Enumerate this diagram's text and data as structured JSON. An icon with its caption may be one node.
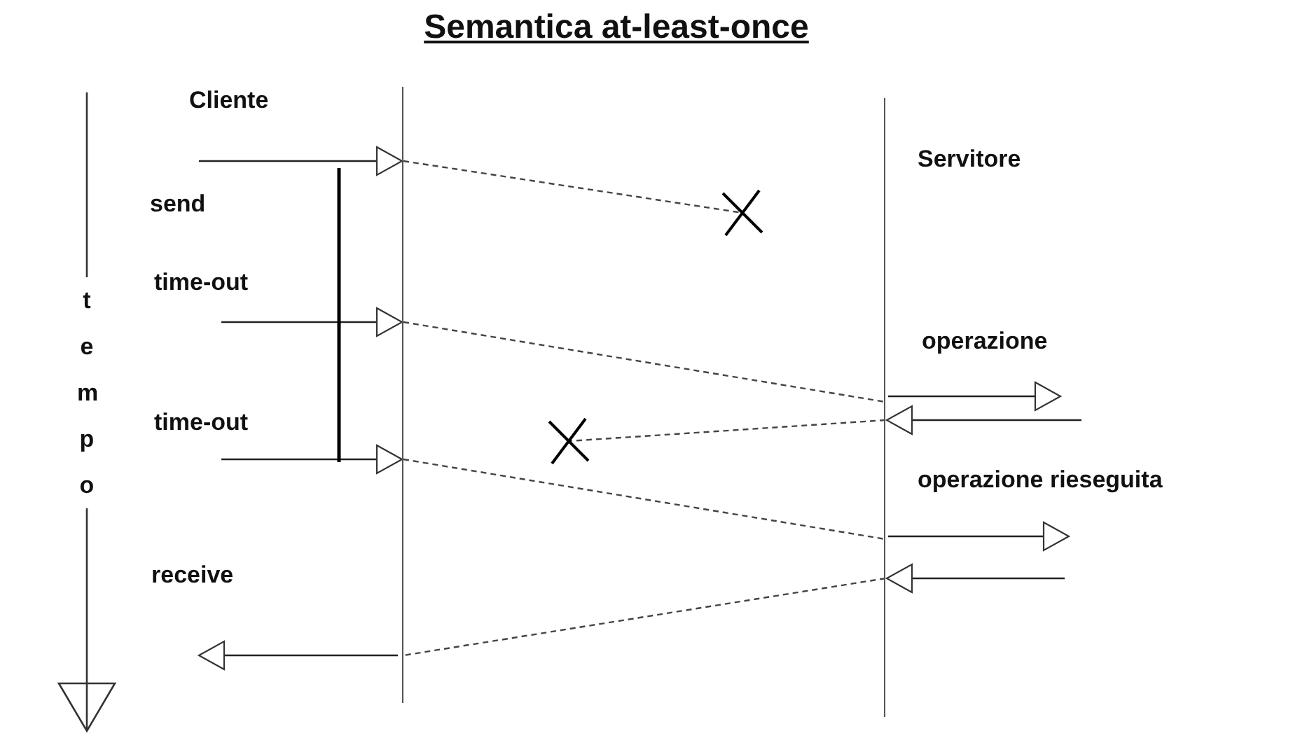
{
  "diagram": {
    "title": "Semantica at-least-once",
    "nodes": [
      {
        "text": [
          "Cliente"
        ]
      },
      {
        "text": [
          "Servitore"
        ]
      }
    ],
    "edges": [
      {
        "from": 0,
        "to": null,
        "arrow": "none",
        "style": "dashed"
      },
      {
        "from": 0,
        "to": 1,
        "arrow": "none",
        "style": "dashed"
      },
      {
        "from": 1,
        "to": null,
        "arrow": "none",
        "style": "dashed"
      },
      {
        "from": 0,
        "to": 1,
        "arrow": "none",
        "style": "dashed"
      },
      {
        "from": 1,
        "to": 0,
        "arrow": "none",
        "style": "dashed"
      }
    ],
    "labels": [
      "send",
      "time-out",
      "tempo",
      "time-out",
      "operazione",
      "operazione rieseguita",
      "receive"
    ]
  }
}
